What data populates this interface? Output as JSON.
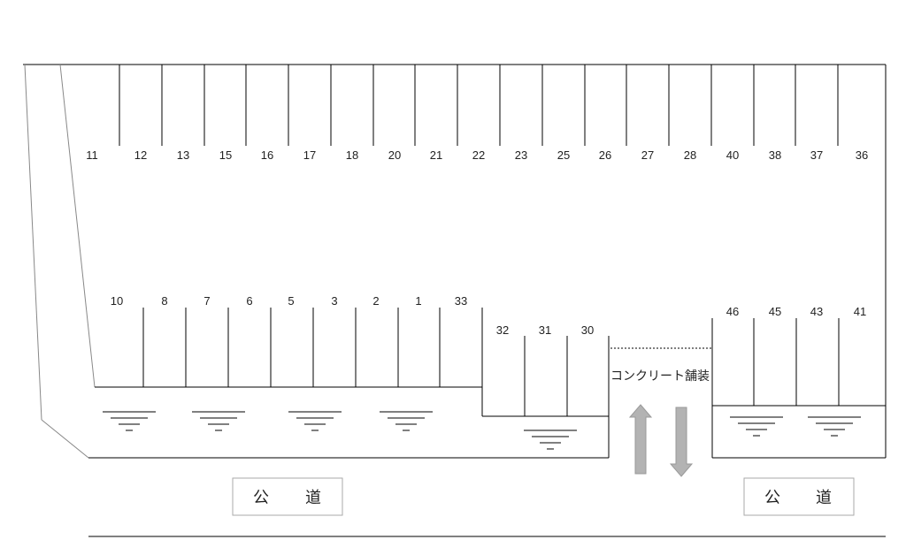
{
  "top_row": [
    "11",
    "12",
    "13",
    "15",
    "16",
    "17",
    "18",
    "20",
    "21",
    "22",
    "23",
    "25",
    "26",
    "27",
    "28",
    "40",
    "38",
    "37",
    "36"
  ],
  "bottom_left_row": [
    "10",
    "8",
    "7",
    "6",
    "5",
    "3",
    "2",
    "1",
    "33"
  ],
  "middle_row": [
    "32",
    "31",
    "30"
  ],
  "bottom_right_row": [
    "46",
    "45",
    "43",
    "41"
  ],
  "paving_label": "コンクリート舗装",
  "road_left": {
    "char1": "公",
    "char2": "道"
  },
  "road_right": {
    "char1": "公",
    "char2": "道"
  },
  "colors": {
    "line": "#000000",
    "arrow": "#b3b3b3",
    "box_border": "#aaaaaa",
    "diagonal": "#888888"
  }
}
